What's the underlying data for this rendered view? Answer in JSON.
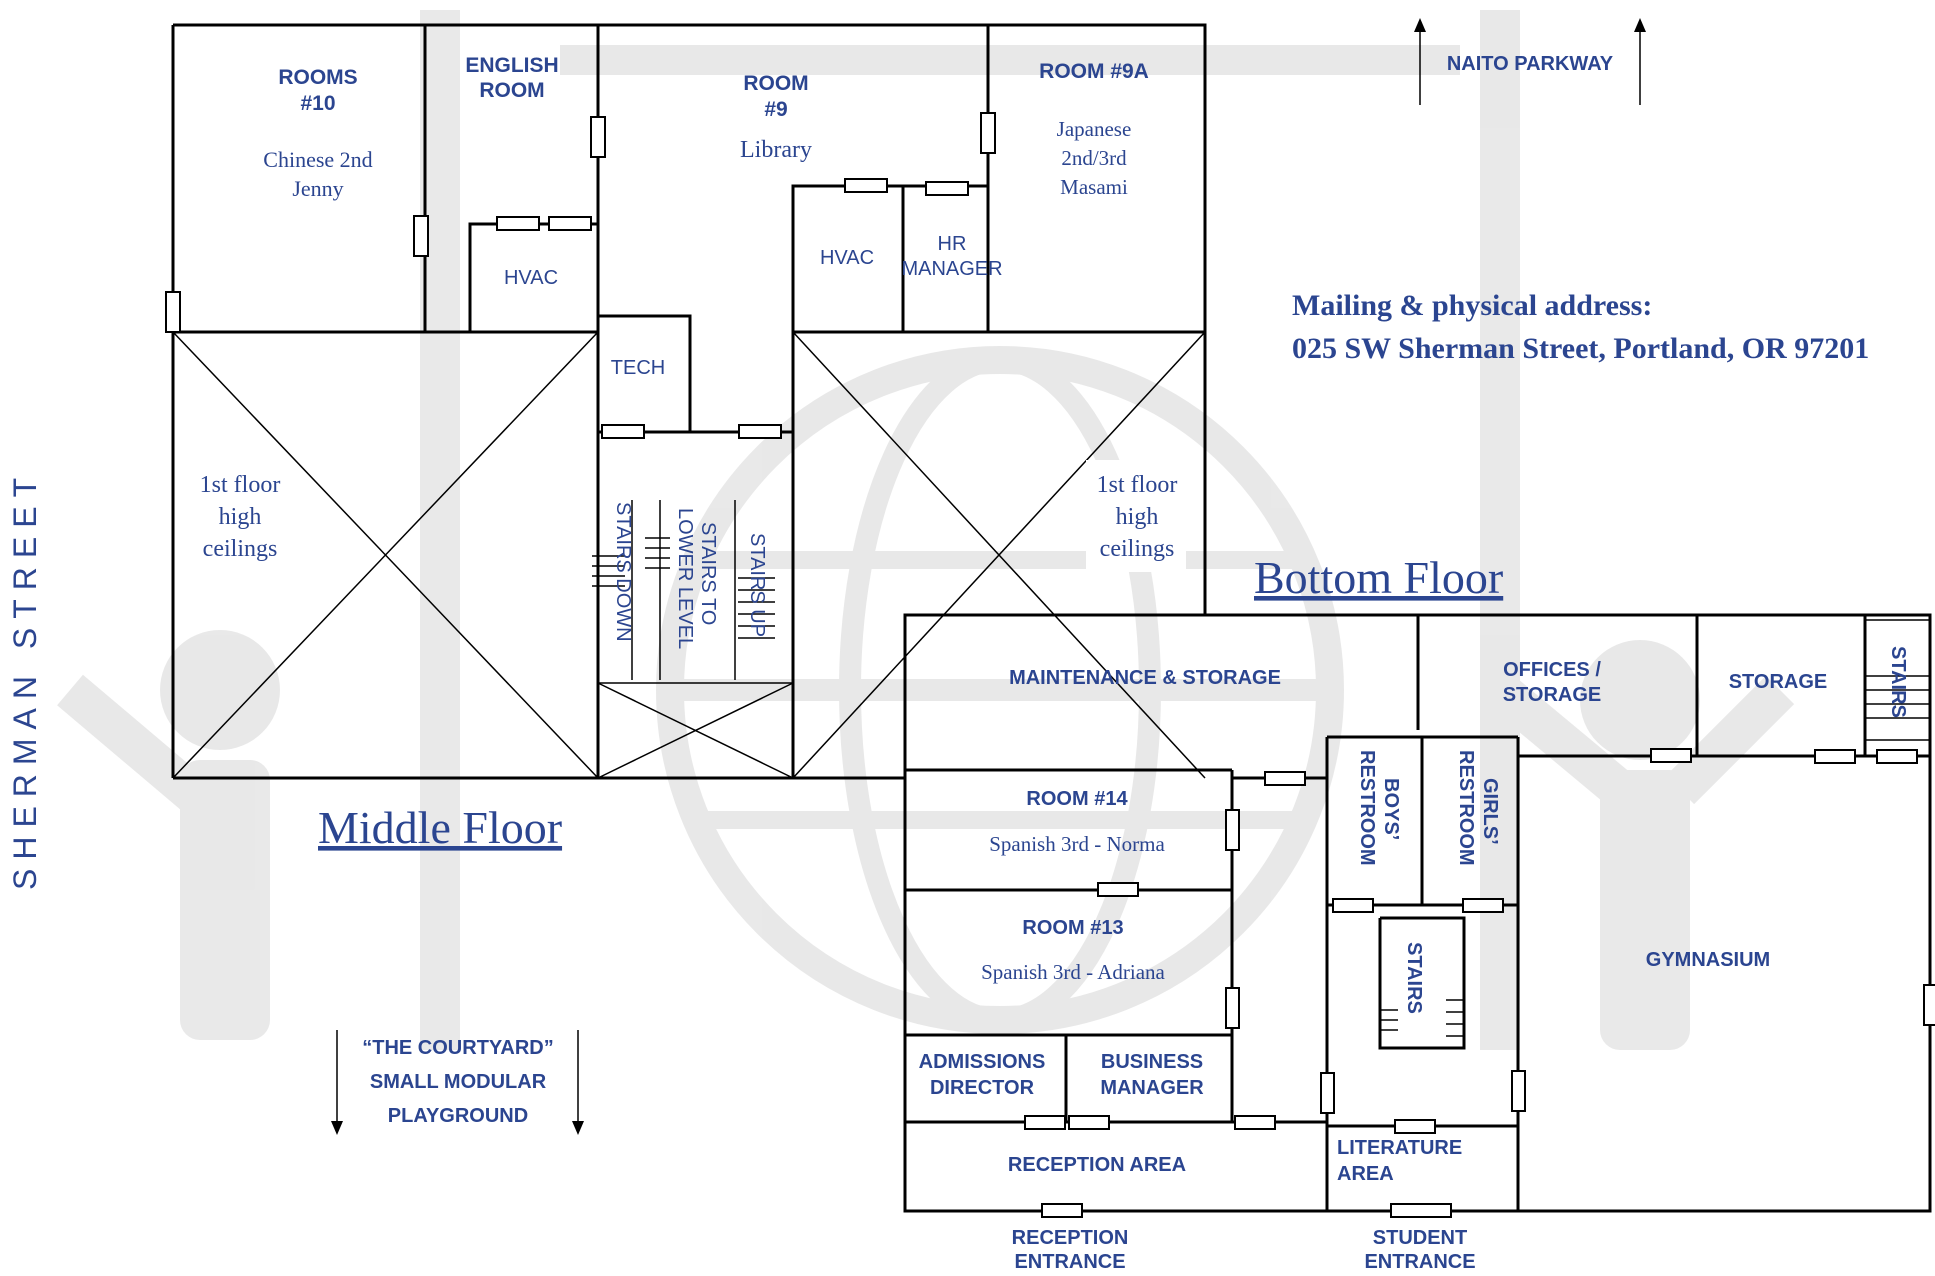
{
  "street": "SHERMAN STREET",
  "parkway": "NAITO PARKWAY",
  "address": {
    "line1": "Mailing  & physical address:",
    "line2": "025 SW Sherman Street, Portland, OR 97201"
  },
  "floor_titles": {
    "middle": "Middle Floor",
    "bottom": "Bottom Floor"
  },
  "courtyard": {
    "line1": "“THE COURTYARD”",
    "line2": "SMALL MODULAR",
    "line3": "PLAYGROUND"
  },
  "middle": {
    "room10": {
      "name1": "ROOMS",
      "name2": "#10",
      "sub1": "Chinese 2nd",
      "sub2": "Jenny"
    },
    "english": {
      "name1": "ENGLISH",
      "name2": "ROOM"
    },
    "hvac_left": "HVAC",
    "room9": {
      "name1": "ROOM",
      "name2": "#9",
      "sub": "Library"
    },
    "room9a": {
      "name": "ROOM #9A",
      "sub1": "Japanese",
      "sub2": "2nd/3rd",
      "sub3": "Masami"
    },
    "hvac_right": "HVAC",
    "hr": {
      "line1": "HR",
      "line2": "MANAGER"
    },
    "tech": "TECH",
    "high_left": {
      "line1": "1st floor",
      "line2": "high",
      "line3": "ceilings"
    },
    "high_right": {
      "line1": "1st floor",
      "line2": "high",
      "line3": "ceilings"
    },
    "stairs_down": "STAIRS DOWN",
    "stairs_lower": {
      "line1": "STAIRS TO",
      "line2": "LOWER LEVEL"
    },
    "stairs_up": "STAIRS UP"
  },
  "bottom": {
    "maintenance": "MAINTENANCE & STORAGE",
    "offices": {
      "line1": "OFFICES /",
      "line2": "STORAGE"
    },
    "storage": "STORAGE",
    "stairs_right": "STAIRS",
    "room14": {
      "name": "ROOM #14",
      "sub": "Spanish 3rd - Norma"
    },
    "room13": {
      "name": "ROOM #13",
      "sub": "Spanish 3rd - Adriana"
    },
    "boys": {
      "line1": "BOYS’",
      "line2": "RESTROOM"
    },
    "girls": {
      "line1": "GIRLS’",
      "line2": "RESTROOM"
    },
    "stairs_center": "STAIRS",
    "gym": "GYMNASIUM",
    "admissions": {
      "line1": "ADMISSIONS",
      "line2": "DIRECTOR"
    },
    "business": {
      "line1": "BUSINESS",
      "line2": "MANAGER"
    },
    "reception": "RECEPTION AREA",
    "literature": {
      "line1": "LITERATURE",
      "line2": "AREA"
    },
    "reception_entrance": {
      "line1": "RECEPTION",
      "line2": "ENTRANCE"
    },
    "student_entrance": {
      "line1": "STUDENT",
      "line2": "ENTRANCE"
    }
  }
}
